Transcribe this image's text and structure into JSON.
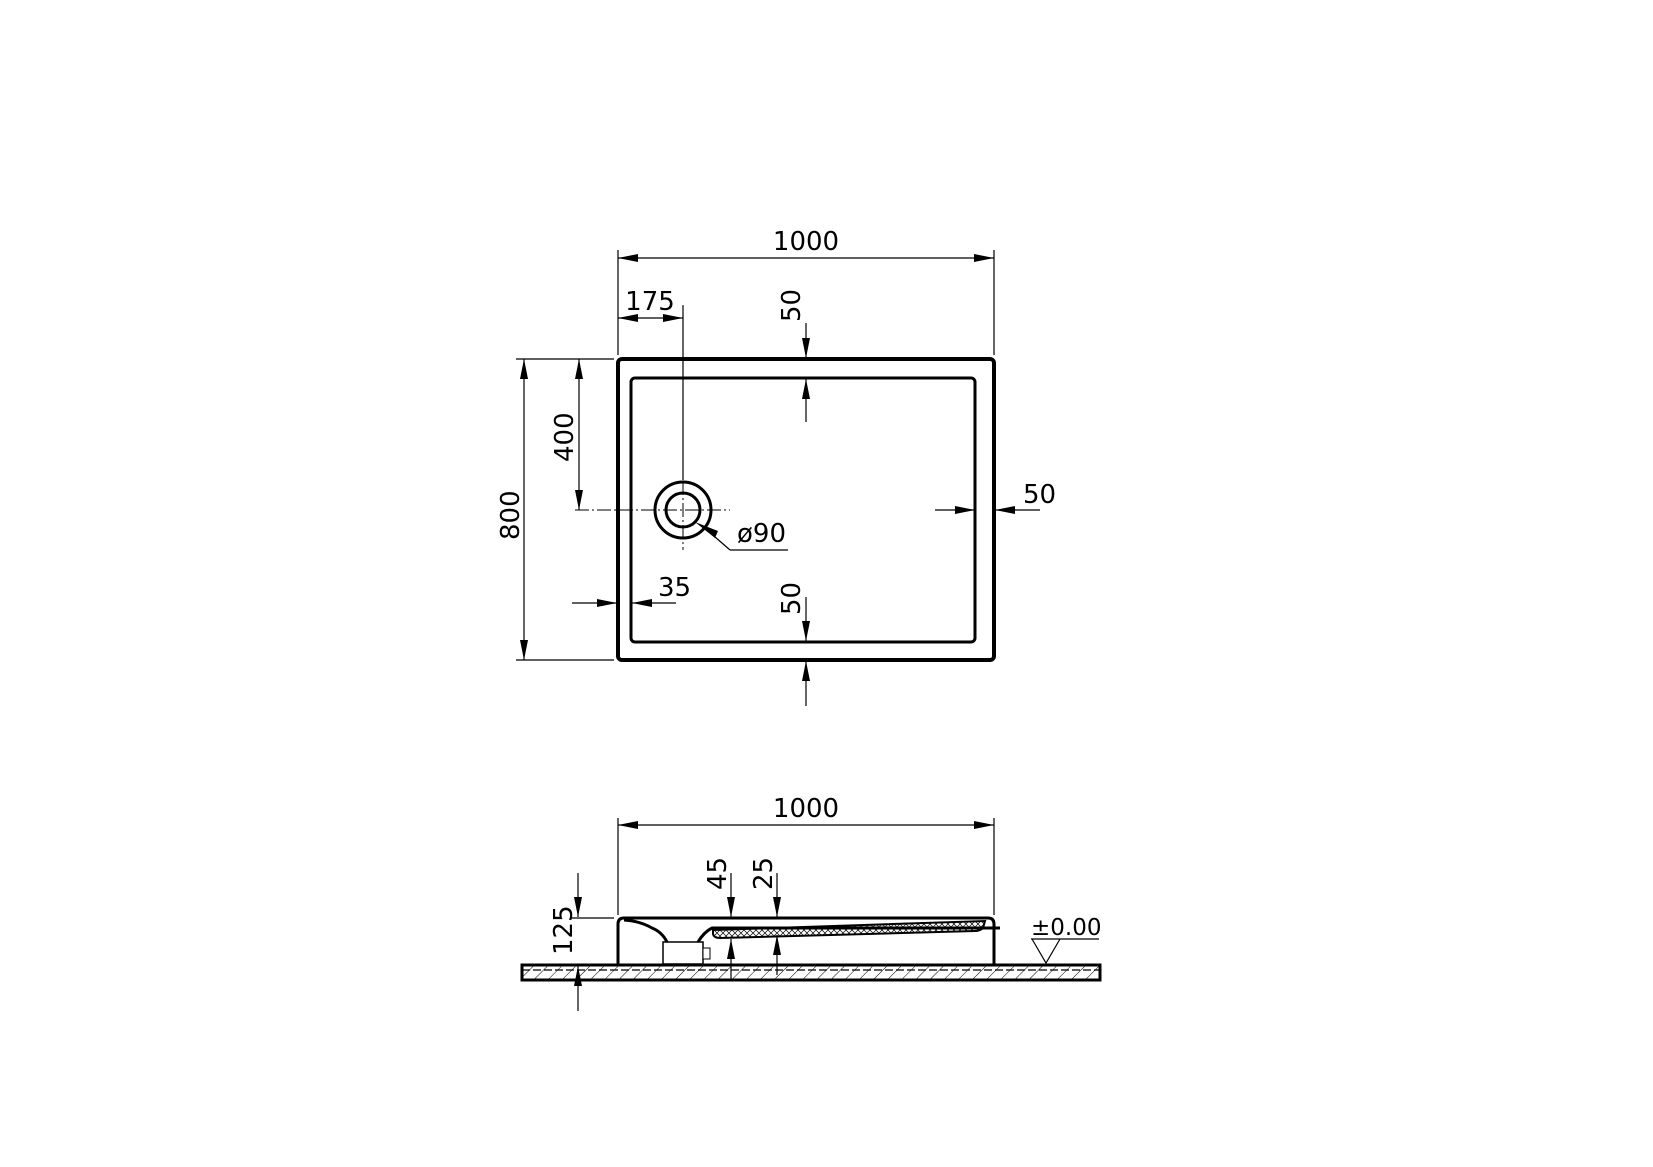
{
  "colors": {
    "line": "#000000",
    "background": "#ffffff"
  },
  "plan_view": {
    "overall_width": "1000",
    "overall_depth": "800",
    "drain_offset_x": "175",
    "drain_offset_y": "400",
    "rim_top": "50",
    "rim_right": "50",
    "rim_bottom": "50",
    "rim_left": "35",
    "drain_diameter": "ø90"
  },
  "side_view": {
    "overall_width": "1000",
    "total_height": "125",
    "drain_depth": "45",
    "floor_depth": "25",
    "floor_level": "±0.00"
  }
}
